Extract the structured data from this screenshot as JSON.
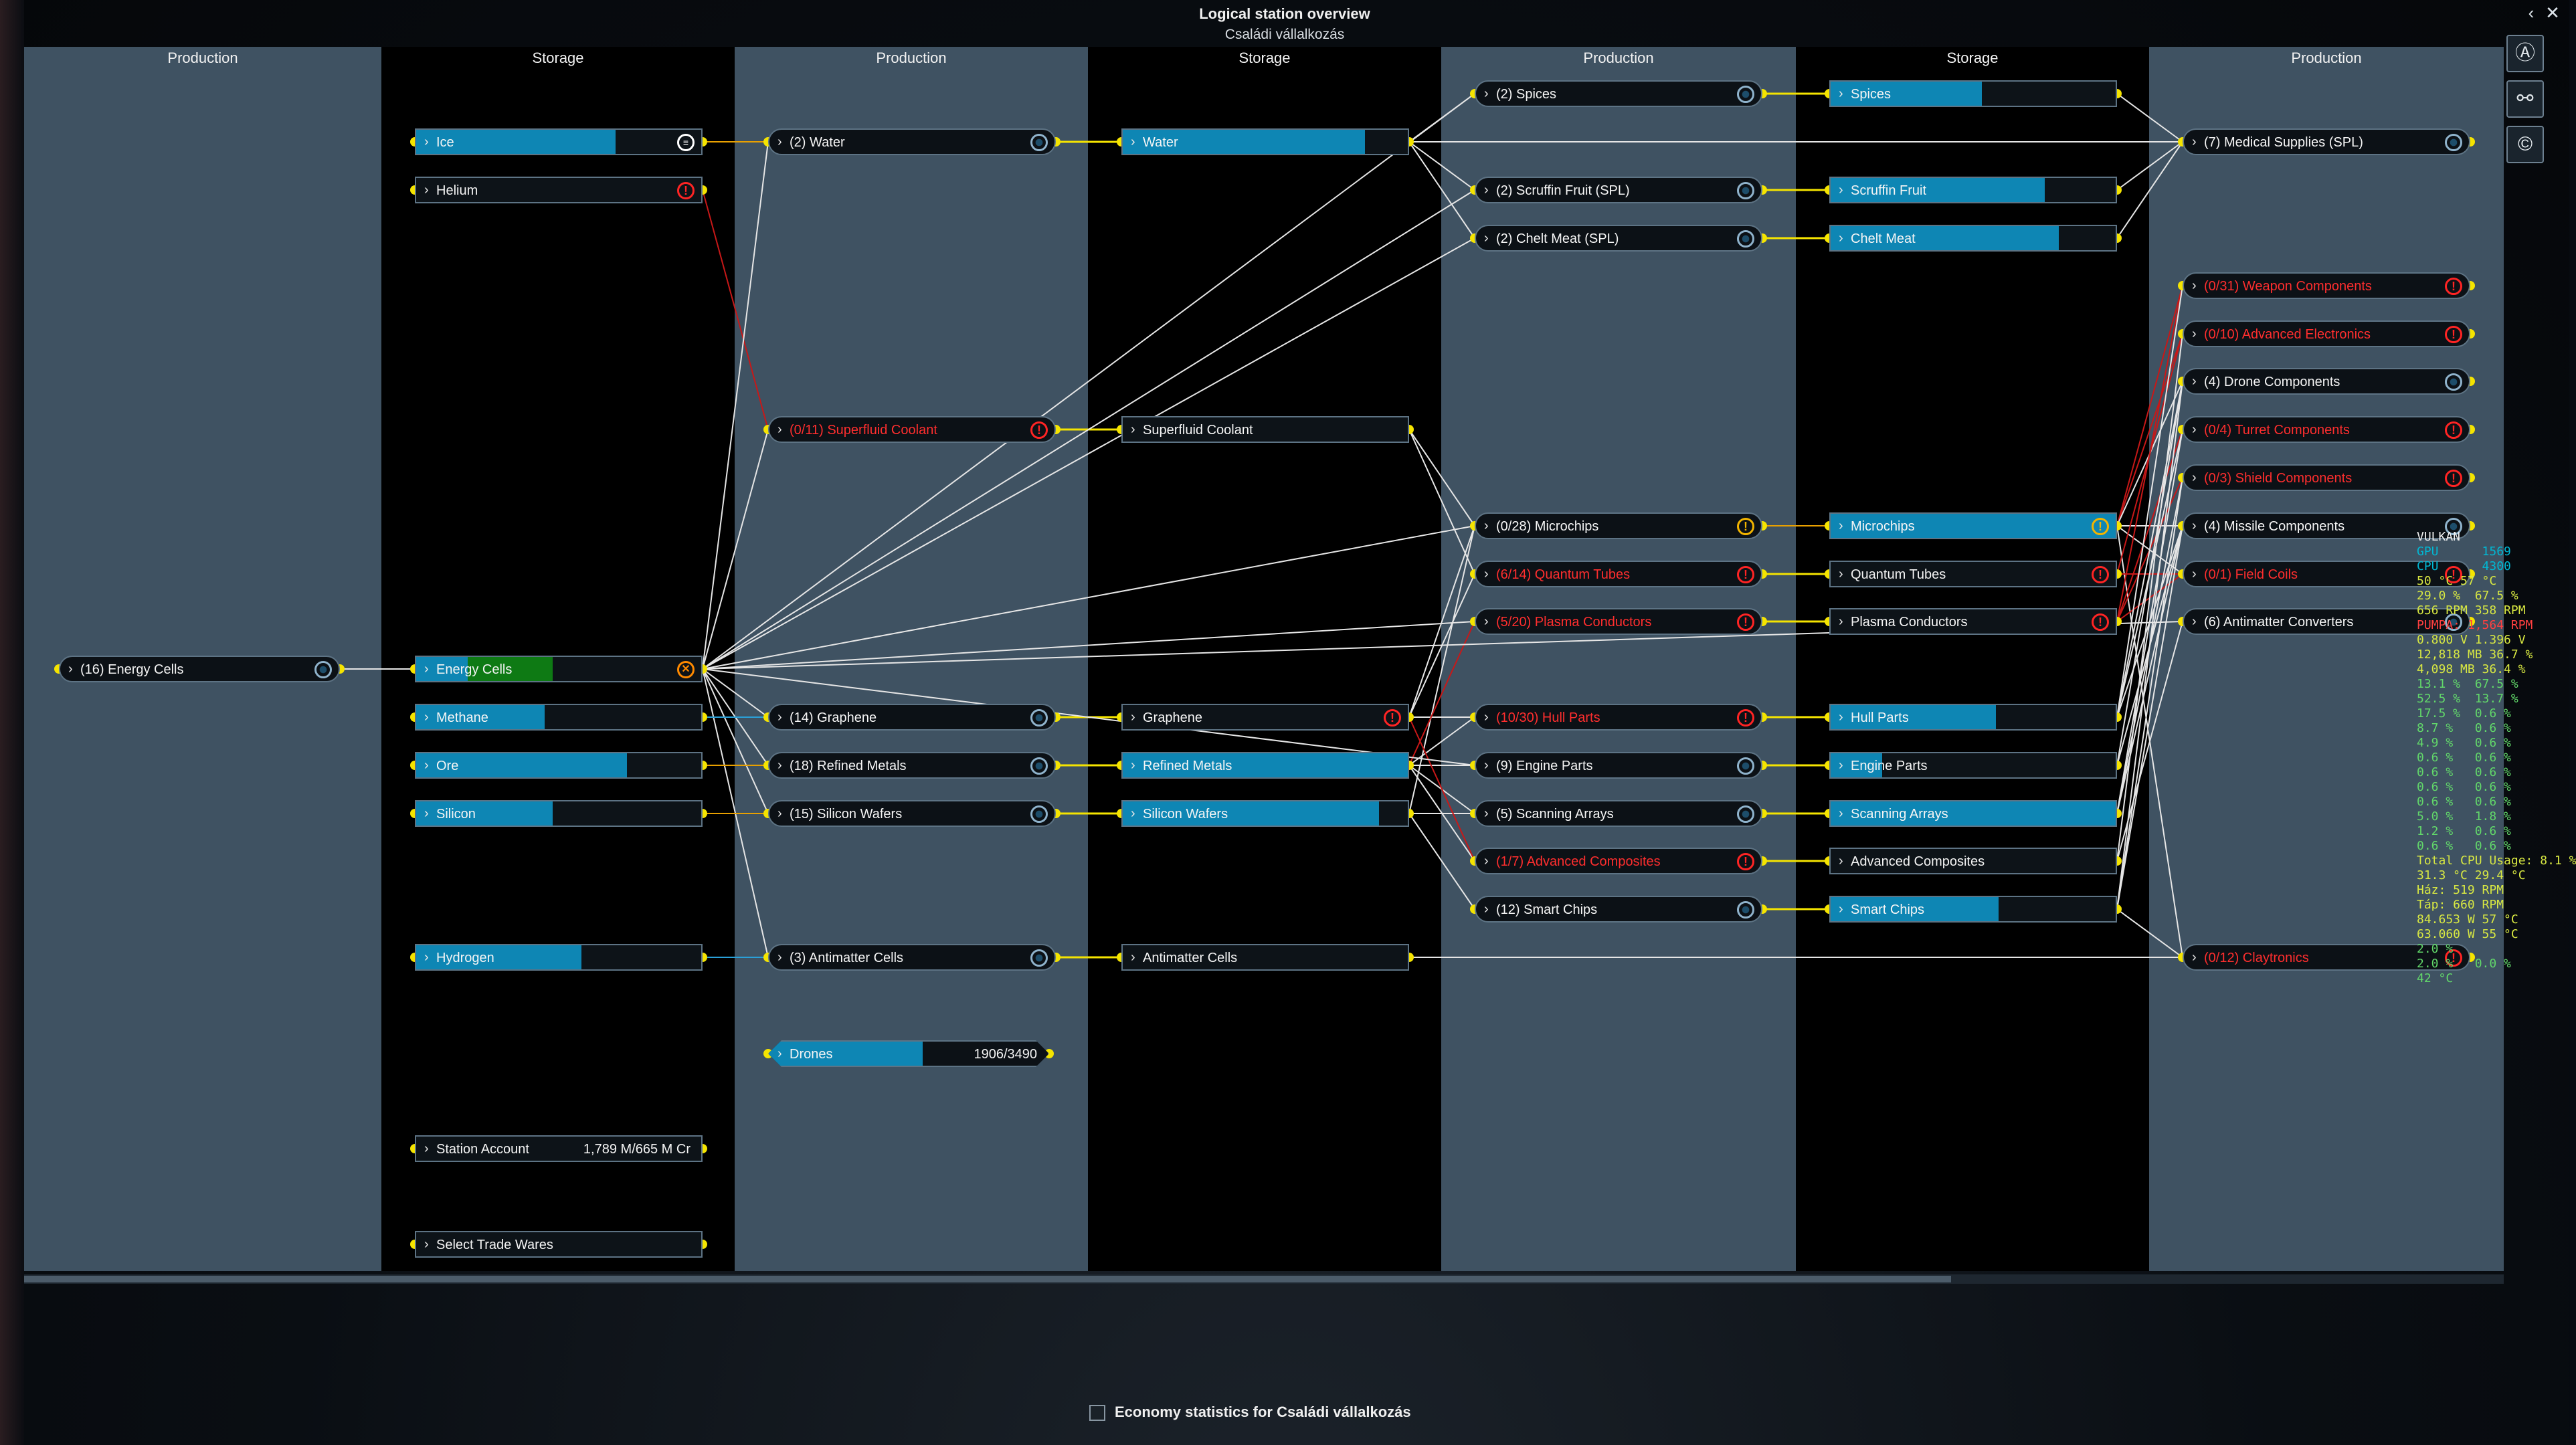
{
  "window": {
    "title": "Logical station overview",
    "subtitle": "Családi vállalkozás",
    "back_icon": "chevron-left-icon",
    "close_icon": "close-icon"
  },
  "columns": [
    "Production",
    "Storage",
    "Production",
    "Storage",
    "Production",
    "Storage",
    "Production"
  ],
  "nodes": [
    {
      "id": "p1_energy",
      "label": "(16) Energy Cells",
      "icon": "gear",
      "kind": "prod"
    },
    {
      "id": "s1_ice",
      "label": "Ice",
      "fill": 0.7,
      "icon": "eq",
      "kind": "stor"
    },
    {
      "id": "s1_helium",
      "label": "Helium",
      "fill": 0,
      "icon": "warn",
      "kind": "stor"
    },
    {
      "id": "s1_energy",
      "label": "Energy Cells",
      "fill": 0.18,
      "fill2": 0.3,
      "icon": "xo",
      "kind": "stor"
    },
    {
      "id": "s1_methane",
      "label": "Methane",
      "fill": 0.45,
      "kind": "stor"
    },
    {
      "id": "s1_ore",
      "label": "Ore",
      "fill": 0.74,
      "kind": "stor"
    },
    {
      "id": "s1_silicon",
      "label": "Silicon",
      "fill": 0.48,
      "kind": "stor"
    },
    {
      "id": "s1_hydrogen",
      "label": "Hydrogen",
      "fill": 0.58,
      "kind": "stor"
    },
    {
      "id": "s1_account",
      "label": "Station Account",
      "value": "1,789 M/665 M Cr",
      "kind": "stor"
    },
    {
      "id": "s1_trade",
      "label": "Select Trade Wares",
      "kind": "stor"
    },
    {
      "id": "p2_water",
      "label": "(2) Water",
      "icon": "gear",
      "kind": "prod"
    },
    {
      "id": "p2_coolant",
      "label": "(0/11) Superfluid Coolant",
      "icon": "warn",
      "alert": true,
      "kind": "prod"
    },
    {
      "id": "p2_graphene",
      "label": "(14) Graphene",
      "icon": "gear",
      "kind": "prod"
    },
    {
      "id": "p2_metals",
      "label": "(18) Refined Metals",
      "icon": "gear",
      "kind": "prod"
    },
    {
      "id": "p2_wafers",
      "label": "(15) Silicon Wafers",
      "icon": "gear",
      "kind": "prod"
    },
    {
      "id": "p2_antimatter",
      "label": "(3) Antimatter Cells",
      "icon": "gear",
      "kind": "prod"
    },
    {
      "id": "p2_drones",
      "label": "Drones",
      "value": "1906/3490",
      "fill": 0.55,
      "kind": "prod"
    },
    {
      "id": "s2_water",
      "label": "Water",
      "fill": 0.85,
      "kind": "stor"
    },
    {
      "id": "s2_coolant",
      "label": "Superfluid Coolant",
      "fill": 0,
      "kind": "stor"
    },
    {
      "id": "s2_graphene",
      "label": "Graphene",
      "fill": 0,
      "icon": "warn",
      "kind": "stor"
    },
    {
      "id": "s2_metals",
      "label": "Refined Metals",
      "fill": 1.0,
      "kind": "stor"
    },
    {
      "id": "s2_wafers",
      "label": "Silicon Wafers",
      "fill": 0.9,
      "kind": "stor"
    },
    {
      "id": "s2_antimatter",
      "label": "Antimatter Cells",
      "fill": 0,
      "kind": "stor"
    },
    {
      "id": "p3_spices",
      "label": "(2) Spices",
      "icon": "gear",
      "kind": "prod"
    },
    {
      "id": "p3_scruffin",
      "label": "(2) Scruffin Fruit (SPL)",
      "icon": "gear",
      "kind": "prod"
    },
    {
      "id": "p3_chelt",
      "label": "(2) Chelt Meat (SPL)",
      "icon": "gear",
      "kind": "prod"
    },
    {
      "id": "p3_microchips",
      "label": "(0/28) Microchips",
      "icon": "warn-y",
      "kind": "prod"
    },
    {
      "id": "p3_quantum",
      "label": "(6/14) Quantum Tubes",
      "icon": "warn",
      "alert": true,
      "kind": "prod"
    },
    {
      "id": "p3_plasma",
      "label": "(5/20) Plasma Conductors",
      "icon": "warn",
      "alert": true,
      "kind": "prod"
    },
    {
      "id": "p3_hull",
      "label": "(10/30) Hull Parts",
      "icon": "warn",
      "alert": true,
      "kind": "prod"
    },
    {
      "id": "p3_engine",
      "label": "(9) Engine Parts",
      "icon": "gear",
      "kind": "prod"
    },
    {
      "id": "p3_scanning",
      "label": "(5) Scanning Arrays",
      "icon": "gear",
      "kind": "prod"
    },
    {
      "id": "p3_adv",
      "label": "(1/7) Advanced Composites",
      "icon": "warn",
      "alert": true,
      "kind": "prod"
    },
    {
      "id": "p3_smart",
      "label": "(12) Smart Chips",
      "icon": "gear",
      "kind": "prod"
    },
    {
      "id": "s3_spices",
      "label": "Spices",
      "fill": 0.53,
      "kind": "stor"
    },
    {
      "id": "s3_scruffin",
      "label": "Scruffin Fruit",
      "fill": 0.75,
      "kind": "stor"
    },
    {
      "id": "s3_chelt",
      "label": "Chelt Meat",
      "fill": 0.8,
      "kind": "stor"
    },
    {
      "id": "s3_microchips",
      "label": "Microchips",
      "fill": 1.0,
      "icon": "warn-y",
      "kind": "stor"
    },
    {
      "id": "s3_quantum",
      "label": "Quantum Tubes",
      "fill": 0,
      "icon": "warn",
      "kind": "stor"
    },
    {
      "id": "s3_plasma",
      "label": "Plasma Conductors",
      "fill": 0,
      "icon": "warn",
      "kind": "stor"
    },
    {
      "id": "s3_hull",
      "label": "Hull Parts",
      "fill": 0.58,
      "kind": "stor"
    },
    {
      "id": "s3_engine",
      "label": "Engine Parts",
      "fill": 0.18,
      "kind": "stor"
    },
    {
      "id": "s3_scanning",
      "label": "Scanning Arrays",
      "fill": 1.0,
      "kind": "stor"
    },
    {
      "id": "s3_adv",
      "label": "Advanced Composites",
      "fill": 0,
      "kind": "stor"
    },
    {
      "id": "s3_smart",
      "label": "Smart Chips",
      "fill": 0.59,
      "kind": "stor"
    },
    {
      "id": "p4_medical",
      "label": "(7) Medical Supplies (SPL)",
      "icon": "gear",
      "kind": "prod"
    },
    {
      "id": "p4_weapon",
      "label": "(0/31) Weapon Components",
      "icon": "warn",
      "alert": true,
      "kind": "prod"
    },
    {
      "id": "p4_advelec",
      "label": "(0/10) Advanced Electronics",
      "icon": "warn",
      "alert": true,
      "kind": "prod"
    },
    {
      "id": "p4_drone",
      "label": "(4) Drone Components",
      "icon": "gear",
      "kind": "prod"
    },
    {
      "id": "p4_turret",
      "label": "(0/4) Turret Components",
      "icon": "warn",
      "alert": true,
      "kind": "prod"
    },
    {
      "id": "p4_shield",
      "label": "(0/3) Shield Components",
      "icon": "warn",
      "alert": true,
      "kind": "prod"
    },
    {
      "id": "p4_missile",
      "label": "(4) Missile Components",
      "icon": "gear",
      "kind": "prod"
    },
    {
      "id": "p4_field",
      "label": "(0/1) Field Coils",
      "icon": "warn",
      "alert": true,
      "kind": "prod"
    },
    {
      "id": "p4_antimconv",
      "label": "(6) Antimatter Converters",
      "icon": "gear",
      "kind": "prod"
    },
    {
      "id": "p4_clay",
      "label": "(0/12) Claytronics",
      "icon": "warn",
      "alert": true,
      "kind": "prod"
    }
  ],
  "edges": [
    [
      "p1_energy",
      "s1_energy",
      "w"
    ],
    [
      "s1_ice",
      "p2_water",
      "o"
    ],
    [
      "s1_helium",
      "p2_coolant",
      "r"
    ],
    [
      "s1_energy",
      "p2_water",
      "w"
    ],
    [
      "s1_energy",
      "p2_coolant",
      "w"
    ],
    [
      "s1_energy",
      "p2_graphene",
      "w"
    ],
    [
      "s1_energy",
      "p2_metals",
      "w"
    ],
    [
      "s1_energy",
      "p2_wafers",
      "w"
    ],
    [
      "s1_energy",
      "p2_antimatter",
      "w"
    ],
    [
      "s1_methane",
      "p2_graphene",
      "b"
    ],
    [
      "s1_ore",
      "p2_metals",
      "o"
    ],
    [
      "s1_silicon",
      "p2_wafers",
      "o"
    ],
    [
      "s1_hydrogen",
      "p2_antimatter",
      "b"
    ],
    [
      "p2_water",
      "s2_water",
      "y"
    ],
    [
      "p2_coolant",
      "s2_coolant",
      "y"
    ],
    [
      "p2_graphene",
      "s2_graphene",
      "y"
    ],
    [
      "p2_metals",
      "s2_metals",
      "y"
    ],
    [
      "p2_wafers",
      "s2_wafers",
      "y"
    ],
    [
      "p2_antimatter",
      "s2_antimatter",
      "y"
    ],
    [
      "s2_water",
      "p3_spices",
      "w"
    ],
    [
      "s2_water",
      "p3_scruffin",
      "w"
    ],
    [
      "s2_water",
      "p3_chelt",
      "w"
    ],
    [
      "s2_water",
      "p4_medical",
      "w"
    ],
    [
      "s2_coolant",
      "p3_microchips",
      "w"
    ],
    [
      "s2_coolant",
      "p3_quantum",
      "w"
    ],
    [
      "s2_graphene",
      "p3_microchips",
      "w"
    ],
    [
      "s2_graphene",
      "p3_quantum",
      "w"
    ],
    [
      "s2_graphene",
      "p3_hull",
      "w"
    ],
    [
      "s2_metals",
      "p3_hull",
      "w"
    ],
    [
      "s2_metals",
      "p3_engine",
      "w"
    ],
    [
      "s2_metals",
      "p3_scanning",
      "w"
    ],
    [
      "s2_metals",
      "p3_adv",
      "w"
    ],
    [
      "s2_wafers",
      "p3_microchips",
      "w"
    ],
    [
      "s2_wafers",
      "p3_scanning",
      "w"
    ],
    [
      "s2_wafers",
      "p3_smart",
      "w"
    ],
    [
      "s2_antimatter",
      "p4_clay",
      "w"
    ],
    [
      "s2_metals",
      "p3_plasma",
      "r"
    ],
    [
      "s2_graphene",
      "p3_adv",
      "r"
    ],
    [
      "s1_energy",
      "p3_spices",
      "w"
    ],
    [
      "s1_energy",
      "p3_scruffin",
      "w"
    ],
    [
      "s1_energy",
      "p3_chelt",
      "w"
    ],
    [
      "s1_energy",
      "p3_microchips",
      "w"
    ],
    [
      "s1_energy",
      "p3_plasma",
      "w"
    ],
    [
      "s1_energy",
      "p3_engine",
      "w"
    ],
    [
      "s1_energy",
      "p4_antimconv",
      "w"
    ],
    [
      "p3_spices",
      "s3_spices",
      "y"
    ],
    [
      "p3_scruffin",
      "s3_scruffin",
      "y"
    ],
    [
      "p3_chelt",
      "s3_chelt",
      "y"
    ],
    [
      "p3_microchips",
      "s3_microchips",
      "o"
    ],
    [
      "p3_quantum",
      "s3_quantum",
      "y"
    ],
    [
      "p3_plasma",
      "s3_plasma",
      "y"
    ],
    [
      "p3_hull",
      "s3_hull",
      "y"
    ],
    [
      "p3_engine",
      "s3_engine",
      "y"
    ],
    [
      "p3_scanning",
      "s3_scanning",
      "y"
    ],
    [
      "p3_adv",
      "s3_adv",
      "y"
    ],
    [
      "p3_smart",
      "s3_smart",
      "y"
    ],
    [
      "s3_spices",
      "p4_medical",
      "w"
    ],
    [
      "s3_scruffin",
      "p4_medical",
      "w"
    ],
    [
      "s3_chelt",
      "p4_medical",
      "w"
    ],
    [
      "s3_microchips",
      "p4_weapon",
      "r"
    ],
    [
      "s3_microchips",
      "p4_advelec",
      "r"
    ],
    [
      "s3_microchips",
      "p4_drone",
      "w"
    ],
    [
      "s3_microchips",
      "p4_missile",
      "w"
    ],
    [
      "s3_microchips",
      "p4_clay",
      "w"
    ],
    [
      "s3_microchips",
      "p4_field",
      "w"
    ],
    [
      "s3_quantum",
      "p4_advelec",
      "r"
    ],
    [
      "s3_quantum",
      "p4_field",
      "r"
    ],
    [
      "s3_plasma",
      "p4_weapon",
      "r"
    ],
    [
      "s3_plasma",
      "p4_shield",
      "r"
    ],
    [
      "s3_plasma",
      "p4_turret",
      "r"
    ],
    [
      "s3_plasma",
      "p4_field",
      "r"
    ],
    [
      "s3_hull",
      "p4_weapon",
      "w"
    ],
    [
      "s3_hull",
      "p4_drone",
      "w"
    ],
    [
      "s3_hull",
      "p4_turret",
      "w"
    ],
    [
      "s3_hull",
      "p4_missile",
      "w"
    ],
    [
      "s3_engine",
      "p4_drone",
      "w"
    ],
    [
      "s3_engine",
      "p4_missile",
      "w"
    ],
    [
      "s3_scanning",
      "p4_turret",
      "w"
    ],
    [
      "s3_scanning",
      "p4_shield",
      "w"
    ],
    [
      "s3_scanning",
      "p4_missile",
      "w"
    ],
    [
      "s3_adv",
      "p4_antimconv",
      "w"
    ],
    [
      "s3_adv",
      "p4_advelec",
      "w"
    ],
    [
      "s3_smart",
      "p4_drone",
      "w"
    ],
    [
      "s3_smart",
      "p4_missile",
      "w"
    ],
    [
      "s3_smart",
      "p4_shield",
      "w"
    ],
    [
      "s3_smart",
      "p4_clay",
      "w"
    ]
  ],
  "side_buttons": [
    {
      "name": "autopilot-icon",
      "glyph": "Ⓐ"
    },
    {
      "name": "network-icon",
      "glyph": "⚯"
    },
    {
      "name": "credits-icon",
      "glyph": "©"
    }
  ],
  "overlay": [
    {
      "text": "VULKAN",
      "color": "#f0f0f0"
    },
    {
      "text": "GPU      1569",
      "color": "#00b8d4"
    },
    {
      "text": "CPU      4300",
      "color": "#00b8d4"
    },
    {
      "text": "50 °C 57 °C",
      "color": "#d8e842"
    },
    {
      "text": "29.0 %  67.5 %",
      "color": "#d8e842"
    },
    {
      "text": "656 RPM 358 RPM",
      "color": "#d8e842"
    },
    {
      "text": "PUMPA: 1,564 RPM",
      "color": "#ff4040"
    },
    {
      "text": "0.800 V 1.396 V",
      "color": "#d8e842"
    },
    {
      "text": "12,818 MB 36.7 %",
      "color": "#d8e842"
    },
    {
      "text": "4,098 MB 36.4 %",
      "color": "#d8e842"
    },
    {
      "text": "13.1 %  67.5 %",
      "color": "#62d86a"
    },
    {
      "text": "52.5 %  13.7 %",
      "color": "#62d86a"
    },
    {
      "text": "17.5 %  0.6 %",
      "color": "#62d86a"
    },
    {
      "text": "8.7 %   0.6 %",
      "color": "#62d86a"
    },
    {
      "text": "4.9 %   0.6 %",
      "color": "#62d86a"
    },
    {
      "text": "0.6 %   0.6 %",
      "color": "#62d86a"
    },
    {
      "text": "0.6 %   0.6 %",
      "color": "#62d86a"
    },
    {
      "text": "0.6 %   0.6 %",
      "color": "#62d86a"
    },
    {
      "text": "0.6 %   0.6 %",
      "color": "#62d86a"
    },
    {
      "text": "5.0 %   1.8 %",
      "color": "#62d86a"
    },
    {
      "text": "1.2 %   0.6 %",
      "color": "#62d86a"
    },
    {
      "text": "0.6 %   0.6 %",
      "color": "#62d86a"
    },
    {
      "text": "Total CPU Usage: 8.1 %",
      "color": "#d8e842"
    },
    {
      "text": "31.3 °C 29.4 °C",
      "color": "#d8e842"
    },
    {
      "text": "Ház: 519 RPM",
      "color": "#d8e842"
    },
    {
      "text": "Táp: 660 RPM",
      "color": "#d8e842"
    },
    {
      "text": "84.653 W 57 °C",
      "color": "#d8e842"
    },
    {
      "text": "63.060 W 55 °C",
      "color": "#d8e842"
    },
    {
      "text": "2.0 %",
      "color": "#62d86a"
    },
    {
      "text": "2.0 %   0.0 %",
      "color": "#62d86a"
    },
    {
      "text": "42 °C",
      "color": "#62d86a"
    }
  ],
  "footer": {
    "economy_label": "Economy statistics for Családi vállalkozás"
  },
  "colors": {
    "accent_fill": "#0e86b4",
    "alert": "#ff2e2e",
    "edge_white": "#e6e6e6",
    "edge_red": "#c81818",
    "dot": "#f5e400"
  }
}
